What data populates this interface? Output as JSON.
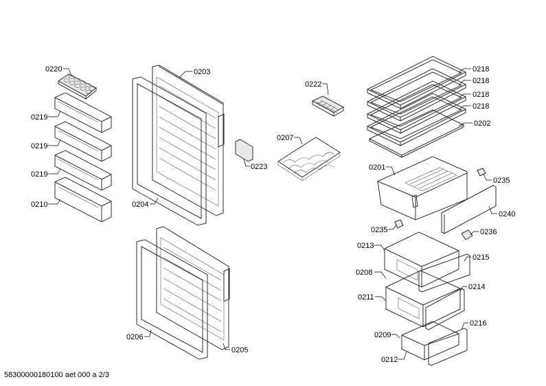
{
  "footer": {
    "doc_id": "58300000180100 aet 000 a 2/3"
  },
  "callouts": [
    {
      "id": "c0220",
      "text": "0220"
    },
    {
      "id": "c0219a",
      "text": "0219"
    },
    {
      "id": "c0219b",
      "text": "0219"
    },
    {
      "id": "c0219c",
      "text": "0219"
    },
    {
      "id": "c0210",
      "text": "0210"
    },
    {
      "id": "c0203",
      "text": "0203"
    },
    {
      "id": "c0204",
      "text": "0204"
    },
    {
      "id": "c0223",
      "text": "0223"
    },
    {
      "id": "c0222",
      "text": "0222"
    },
    {
      "id": "c0207",
      "text": "0207"
    },
    {
      "id": "c0206",
      "text": "0206"
    },
    {
      "id": "c0205",
      "text": "0205"
    },
    {
      "id": "c0218a",
      "text": "0218"
    },
    {
      "id": "c0218b",
      "text": "0218"
    },
    {
      "id": "c0218c",
      "text": "0218"
    },
    {
      "id": "c0218d",
      "text": "0218"
    },
    {
      "id": "c0202",
      "text": "0202"
    },
    {
      "id": "c0201",
      "text": "0201"
    },
    {
      "id": "c0235a",
      "text": "0235"
    },
    {
      "id": "c0240",
      "text": "0240"
    },
    {
      "id": "c0235b",
      "text": "0235"
    },
    {
      "id": "c0236",
      "text": "0236"
    },
    {
      "id": "c0213",
      "text": "0213"
    },
    {
      "id": "c0215",
      "text": "0215"
    },
    {
      "id": "c0208",
      "text": "0208"
    },
    {
      "id": "c0214",
      "text": "0214"
    },
    {
      "id": "c0211",
      "text": "0211"
    },
    {
      "id": "c0216",
      "text": "0216"
    },
    {
      "id": "c0209",
      "text": "0209"
    },
    {
      "id": "c0212",
      "text": "0212"
    }
  ]
}
